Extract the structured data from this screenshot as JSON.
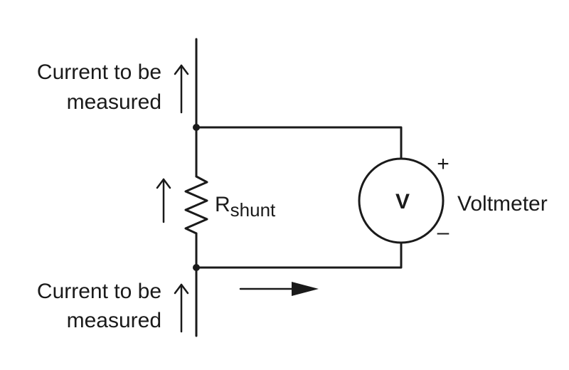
{
  "labels": {
    "current_top_line1": "Current to be",
    "current_top_line2": "measured",
    "current_bottom_line1": "Current to be",
    "current_bottom_line2": "measured",
    "resistor_main": "R",
    "resistor_sub": "shunt",
    "meter_letter": "V",
    "meter_name": "Voltmeter",
    "plus_sign": "+",
    "minus_sign": "–"
  },
  "colors": {
    "line": "#1a1a1a",
    "background": "#ffffff"
  },
  "icons": {
    "current_arrow": "up-arrow-icon",
    "flow_arrow": "right-arrow-icon",
    "junction": "junction-dot"
  }
}
